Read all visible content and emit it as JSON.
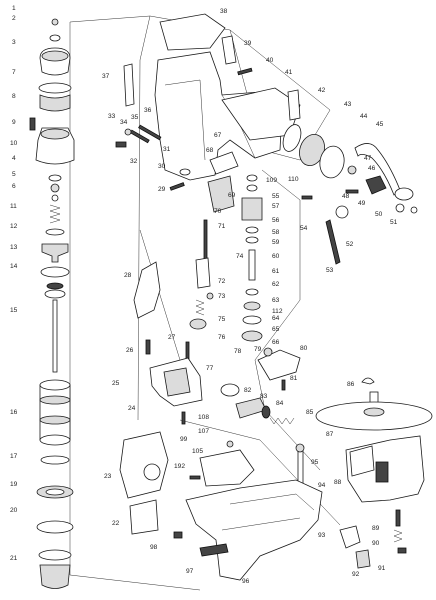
{
  "diagram": {
    "type": "exploded-parts-view",
    "part_numbers": [
      "1",
      "2",
      "3",
      "4",
      "5",
      "6",
      "7",
      "8",
      "9",
      "10",
      "11",
      "12",
      "13",
      "14",
      "15",
      "16",
      "17",
      "19",
      "20",
      "21",
      "22",
      "23",
      "24",
      "25",
      "26",
      "27",
      "28",
      "29",
      "30",
      "31",
      "32",
      "33",
      "34",
      "35",
      "36",
      "37",
      "38",
      "39",
      "40",
      "41",
      "42",
      "43",
      "44",
      "45",
      "46",
      "47",
      "48",
      "49",
      "50",
      "51",
      "52",
      "53",
      "54",
      "55",
      "56",
      "57",
      "58",
      "59",
      "60",
      "61",
      "62",
      "63",
      "64",
      "65",
      "66",
      "67",
      "68",
      "69",
      "70",
      "71",
      "72",
      "73",
      "74",
      "75",
      "76",
      "77",
      "78",
      "79",
      "80",
      "81",
      "82",
      "83",
      "84",
      "85",
      "86",
      "87",
      "88",
      "89",
      "90",
      "91",
      "92",
      "93",
      "94",
      "95",
      "96",
      "97",
      "98",
      "99",
      "105",
      "107",
      "108",
      "109",
      "110",
      "112",
      "192"
    ]
  }
}
